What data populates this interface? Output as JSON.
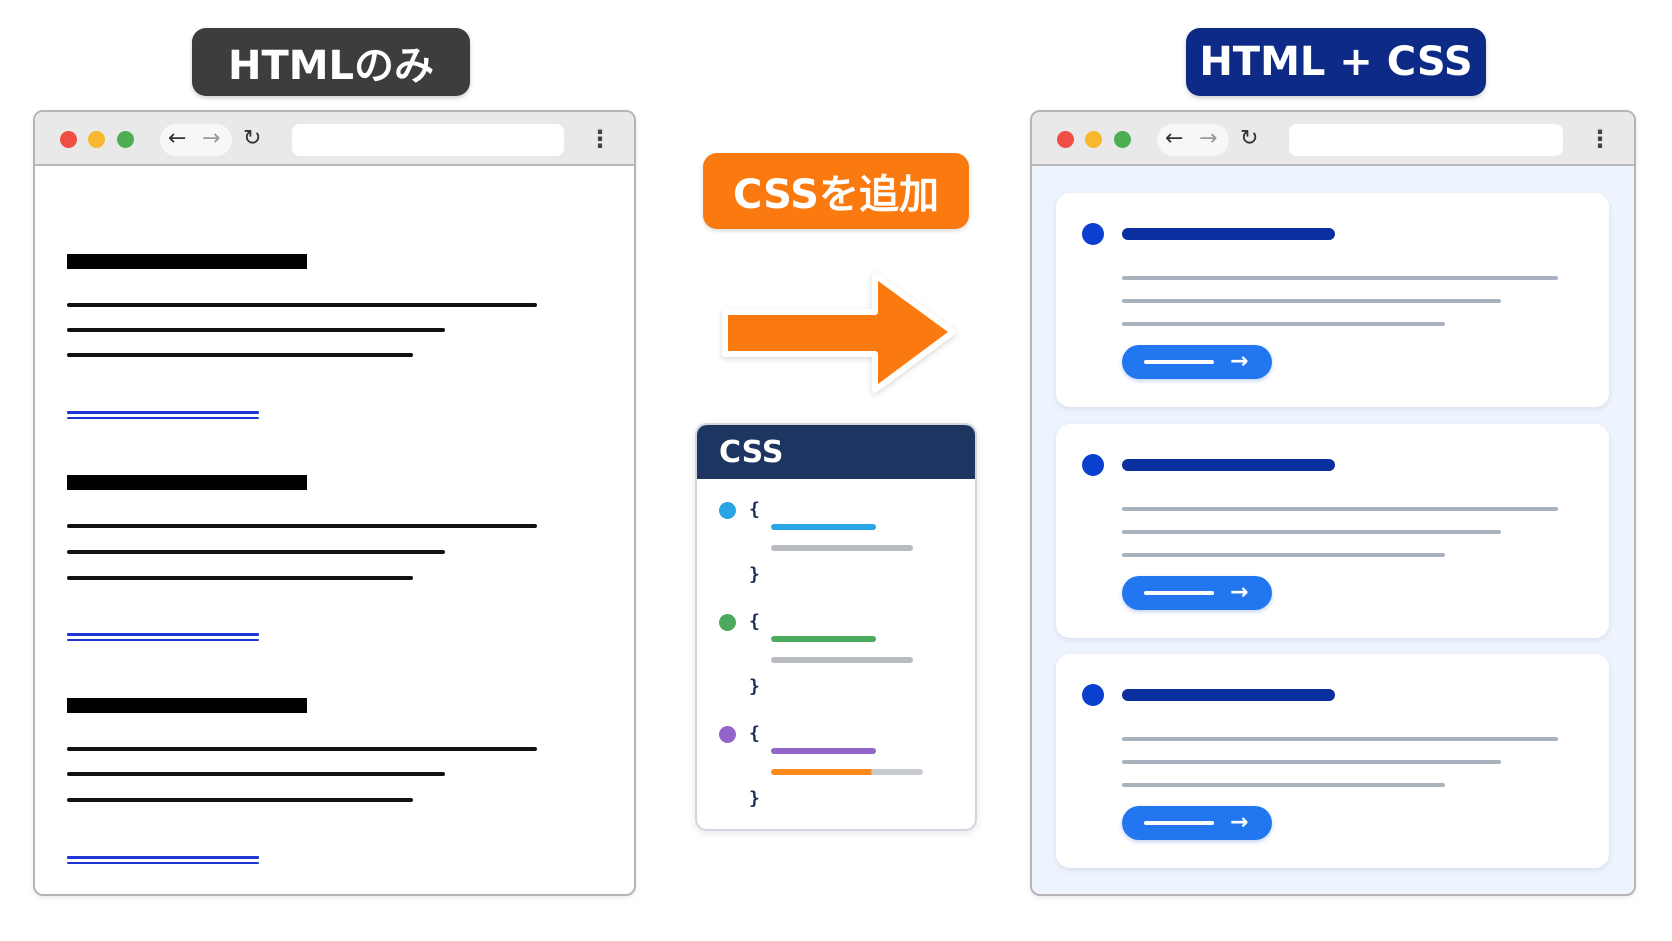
{
  "labels": {
    "left": "HTMLのみ",
    "right": "HTML + CSS",
    "middle": "CSSを追加"
  },
  "browser": {
    "back_icon": "←",
    "forward_icon": "→",
    "reload_icon": "↻",
    "menu_icon": "⋮"
  },
  "css_panel": {
    "title": "CSS",
    "open_brace": "{",
    "close_brace": "}",
    "rule_colors": [
      "#2aa5e3",
      "#4caa5f",
      "#9365c9"
    ]
  },
  "card": {
    "button_arrow": "→"
  },
  "colors": {
    "arrow": "#fb7a10",
    "link": "#1e36d4",
    "card_button": "#2277f0",
    "card_title": "#0b2f9e",
    "css_header": "#1d3560"
  }
}
